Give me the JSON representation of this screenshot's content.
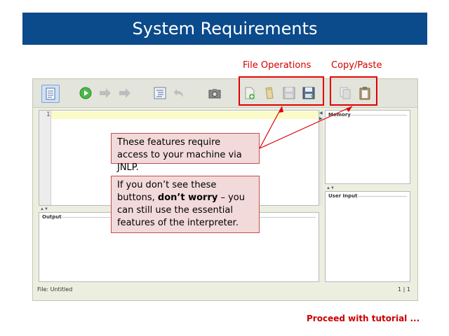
{
  "slide": {
    "title": "System Requirements",
    "proceed_link": "Proceed with tutorial ..."
  },
  "callouts": {
    "file_operations": "File Operations",
    "copy_paste": "Copy/Paste"
  },
  "notes": {
    "access_note": "These features require access to your machine via JNLP.",
    "buttons_note_prefix": "If you don’t see these buttons, ",
    "buttons_note_bold": "don’t worry",
    "buttons_note_suffix": " – you can still use the essential features of the interpreter."
  },
  "app": {
    "editor": {
      "line_number": "1"
    },
    "panes": {
      "output_label": "Output",
      "memory_label": "Memory",
      "user_input_label": "User Input"
    },
    "status": {
      "file": "File: Untitled",
      "position": "1 | 1"
    },
    "toolbar_icons": [
      "line-numbers-icon",
      "run-icon",
      "step-icon",
      "step-forward-icon",
      "format-icon",
      "undo-icon",
      "camera-icon",
      "new-file-icon",
      "open-file-icon",
      "save-icon",
      "save-as-icon",
      "copy-icon",
      "paste-icon"
    ]
  },
  "colors": {
    "banner": "#0b4a8b",
    "callout_red": "#d40000",
    "note_fill": "#f3dada",
    "note_border": "#c0504d",
    "current_line": "#fbfbc9"
  }
}
